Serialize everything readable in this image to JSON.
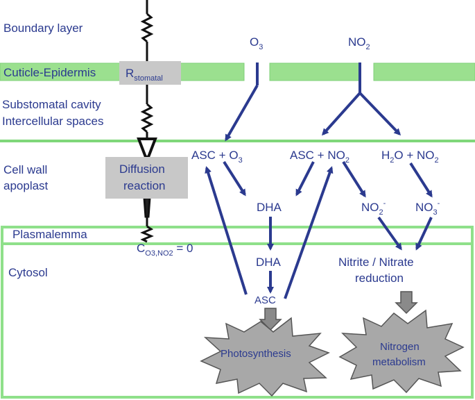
{
  "colors": {
    "text": "#2b3a8f",
    "green_band": "#9be08f",
    "green_line": "#7fd77a",
    "gray_box": "#c8c8c8",
    "arrow": "#2b3a8f",
    "star_fill": "#a8a8a8",
    "block_arrow": "#8a8a8a"
  },
  "layers": {
    "boundary": "Boundary layer",
    "cuticle": "Cuticle-Epidermis",
    "substomatal": "Substomatal cavity",
    "intercellular": "Intercellular spaces",
    "cellwall": "Cell wall",
    "apoplast": "apoplast",
    "plasmalemma": "Plasmalemma",
    "cytosol": "Cytosol"
  },
  "resistance": {
    "r_main": "R",
    "r_sub": "stomatal",
    "diffusion_line1": "Diffusion",
    "diffusion_line2": "reaction",
    "conc_main": "C",
    "conc_sub": "O3,NO2",
    "conc_eq": " = 0"
  },
  "gases": {
    "o3_main": "O",
    "o3_sub": "3",
    "no2_main": "NO",
    "no2_sub": "2"
  },
  "reactions": {
    "r1_a": "ASC + O",
    "r1_sub": "3",
    "r2_a": "ASC + NO",
    "r2_sub": "2",
    "r3_a": "H",
    "r3_sub1": "2",
    "r3_b": "O + NO",
    "r3_sub2": "2",
    "dha_apo": "DHA",
    "no2m_main": "NO",
    "no2m_sub": "2",
    "no2m_sup": "-",
    "no3m_main": "NO",
    "no3m_sub": "3",
    "no3m_sup": "-",
    "dha_cyt": "DHA",
    "asc_cyt": "ASC",
    "nitrite_line1": "Nitrite / Nitrate",
    "nitrite_line2": "reduction"
  },
  "outcomes": {
    "photosynthesis": "Photosynthesis",
    "nitrogen_line1": "Nitrogen",
    "nitrogen_line2": "metabolism"
  }
}
